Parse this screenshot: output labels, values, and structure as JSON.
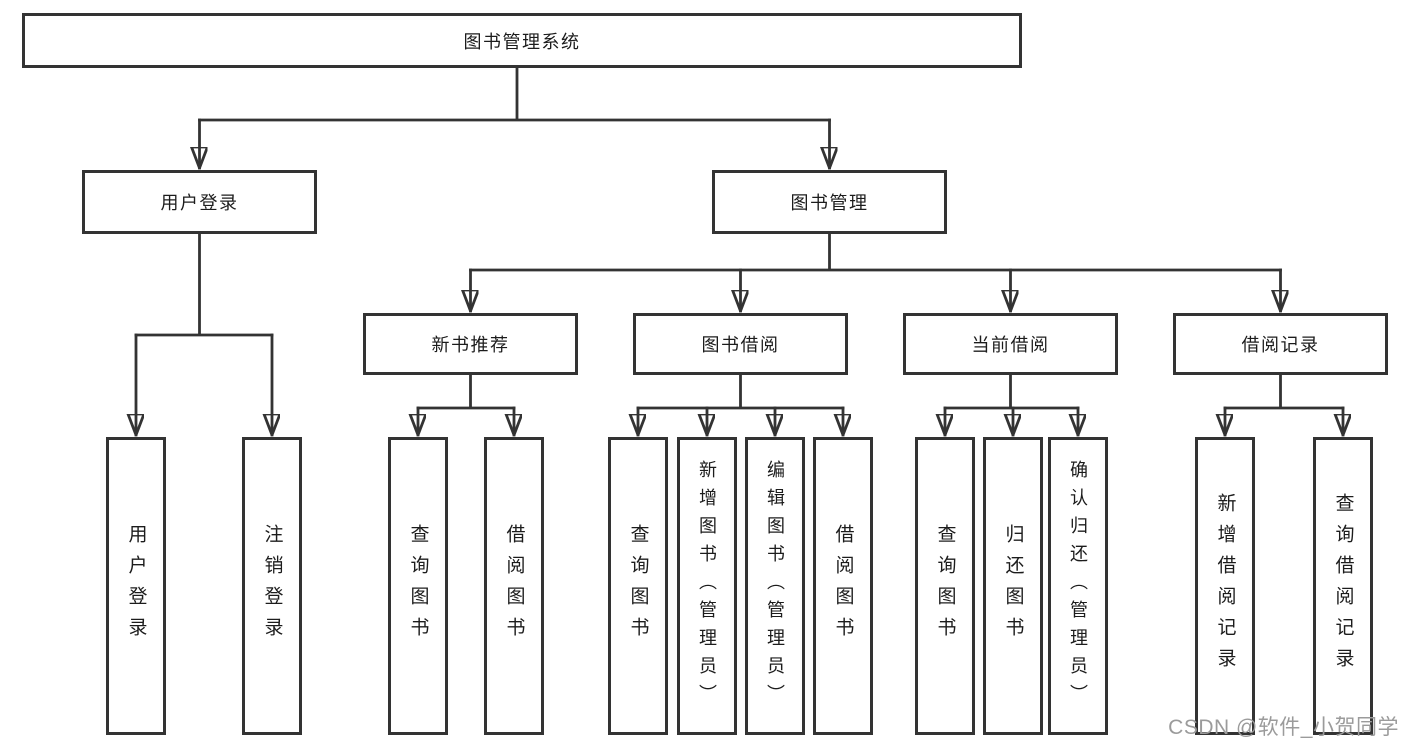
{
  "tree": {
    "root": {
      "label": "图书管理系统"
    },
    "login": {
      "label": "用户登录",
      "children": [
        {
          "label": "用户登录"
        },
        {
          "label": "注销登录"
        }
      ]
    },
    "management": {
      "label": "图书管理",
      "sections": [
        {
          "label": "新书推荐",
          "children": [
            {
              "label": "查询图书"
            },
            {
              "label": "借阅图书"
            }
          ]
        },
        {
          "label": "图书借阅",
          "children": [
            {
              "label": "查询图书"
            },
            {
              "label": "新增图书（管理员）"
            },
            {
              "label": "编辑图书（管理员）"
            },
            {
              "label": "借阅图书"
            }
          ]
        },
        {
          "label": "当前借阅",
          "children": [
            {
              "label": "查询图书"
            },
            {
              "label": "归还图书"
            },
            {
              "label": "确认归还（管理员）"
            }
          ]
        },
        {
          "label": "借阅记录",
          "children": [
            {
              "label": "新增借阅记录"
            },
            {
              "label": "查询借阅记录"
            }
          ]
        }
      ]
    }
  },
  "watermark": {
    "text": "CSDN @软件_小贺同学"
  },
  "colors": {
    "border": "#333333",
    "connector": "#333333",
    "text": "#1c1c1c",
    "background": "#ffffff",
    "watermark": "#9b9b9b"
  }
}
